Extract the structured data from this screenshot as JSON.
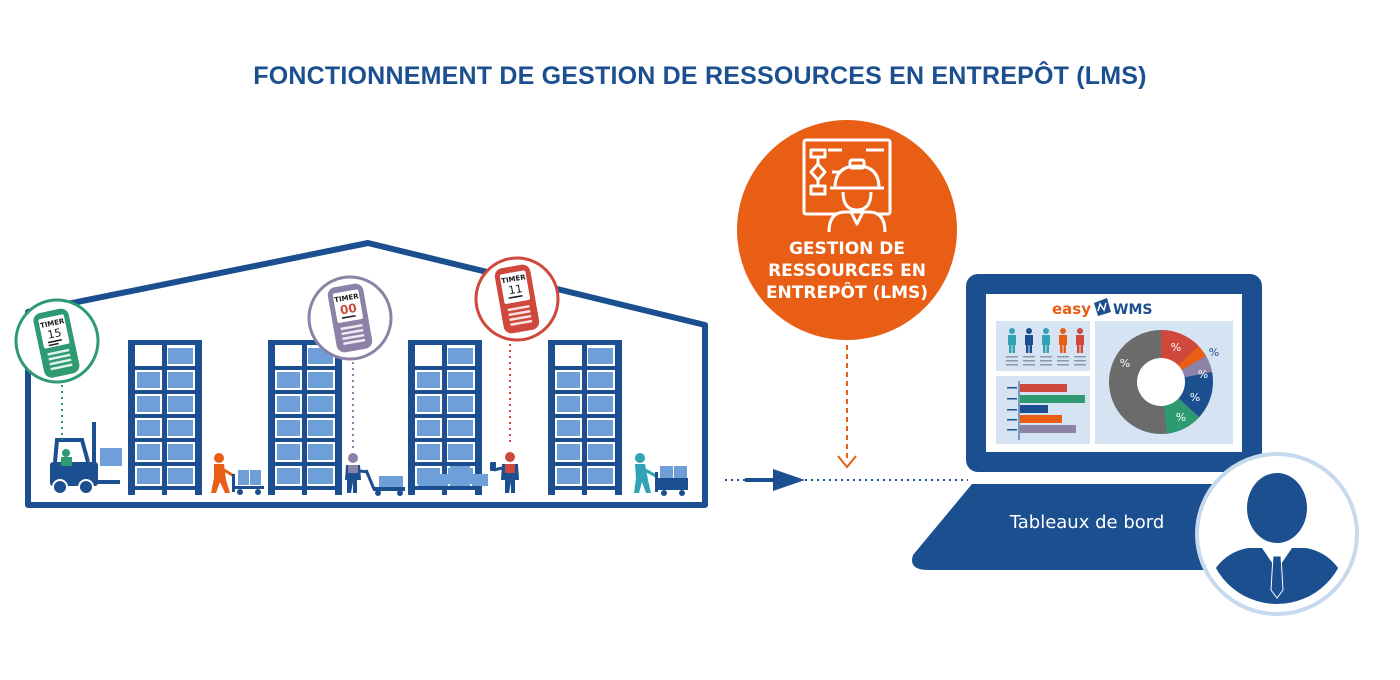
{
  "title": "FONCTIONNEMENT DE GESTION DE RESSOURCES EN ENTREPÔT (LMS)",
  "lms_circle": {
    "line1": "GESTION DE",
    "line2": "RESSOURCES EN",
    "line3": "ENTREPÔT (LMS)"
  },
  "devices": [
    {
      "label": "TIMER",
      "value": "15",
      "color": "#2e9a72"
    },
    {
      "label": "TIMER",
      "value": "00",
      "color": "#8c82a8"
    },
    {
      "label": "TIMER",
      "value": "11",
      "color": "#d0473c"
    }
  ],
  "dashboard": {
    "brand_left": "easy",
    "brand_right": "WMS",
    "percent_sign": "%",
    "caption": "Tableaux de bord"
  },
  "colors": {
    "primary_blue": "#1b4f8f",
    "light_blue": "#6f9fd8",
    "orange": "#e85e14",
    "green": "#2e9a72",
    "purple": "#8c82a8",
    "red": "#d0473c",
    "teal": "#31a3b5"
  }
}
